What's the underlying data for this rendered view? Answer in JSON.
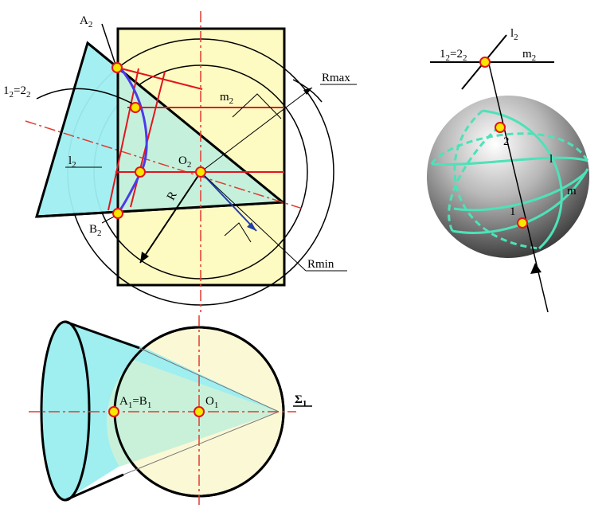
{
  "colors": {
    "rect_fill": "#fdfac2",
    "circle_fill": "#fbf8d6",
    "cone_fill": "#9feef0",
    "cone_mix": "#c9f1d9",
    "red_line": "#e3151c",
    "axis": "#e33b2f",
    "blue_curve": "#4b3be8",
    "point_fill": "#f6e600",
    "point_stroke": "#e3151c",
    "sphere_lines": "#4de2b8",
    "ink": "#000000"
  },
  "front_view": {
    "labels": {
      "a2": {
        "base": "A",
        "sub": "2"
      },
      "b2": {
        "base": "B",
        "sub": "2"
      },
      "o2": {
        "base": "O",
        "sub": "2"
      },
      "l2": {
        "base": "l",
        "sub": "2"
      },
      "m2": {
        "base": "m",
        "sub": "2"
      },
      "one_two": {
        "a": "1",
        "a_sub": "2",
        "eq": "=2",
        "b_sub": "2"
      },
      "r": "R",
      "rmax": "Rmax",
      "rmin": "Rmin"
    }
  },
  "top_view": {
    "labels": {
      "a1b1": {
        "a": "A",
        "a_sub": "1",
        "eq": "=B",
        "b_sub": "1"
      },
      "o1": {
        "base": "O",
        "sub": "1"
      },
      "sigma": {
        "base": "Σ",
        "sub": "1"
      }
    }
  },
  "sphere_view": {
    "labels": {
      "one_two": {
        "a": "1",
        "a_sub": "2",
        "eq": "=2",
        "b_sub": "2"
      },
      "l2": {
        "base": "l",
        "sub": "2"
      },
      "m2": {
        "base": "m",
        "sub": "2"
      },
      "p2": "2",
      "p1": "1",
      "l": "l",
      "m": "m"
    }
  },
  "icons": {
    "point_marker": "point-icon",
    "arrowhead": "arrow-icon"
  }
}
